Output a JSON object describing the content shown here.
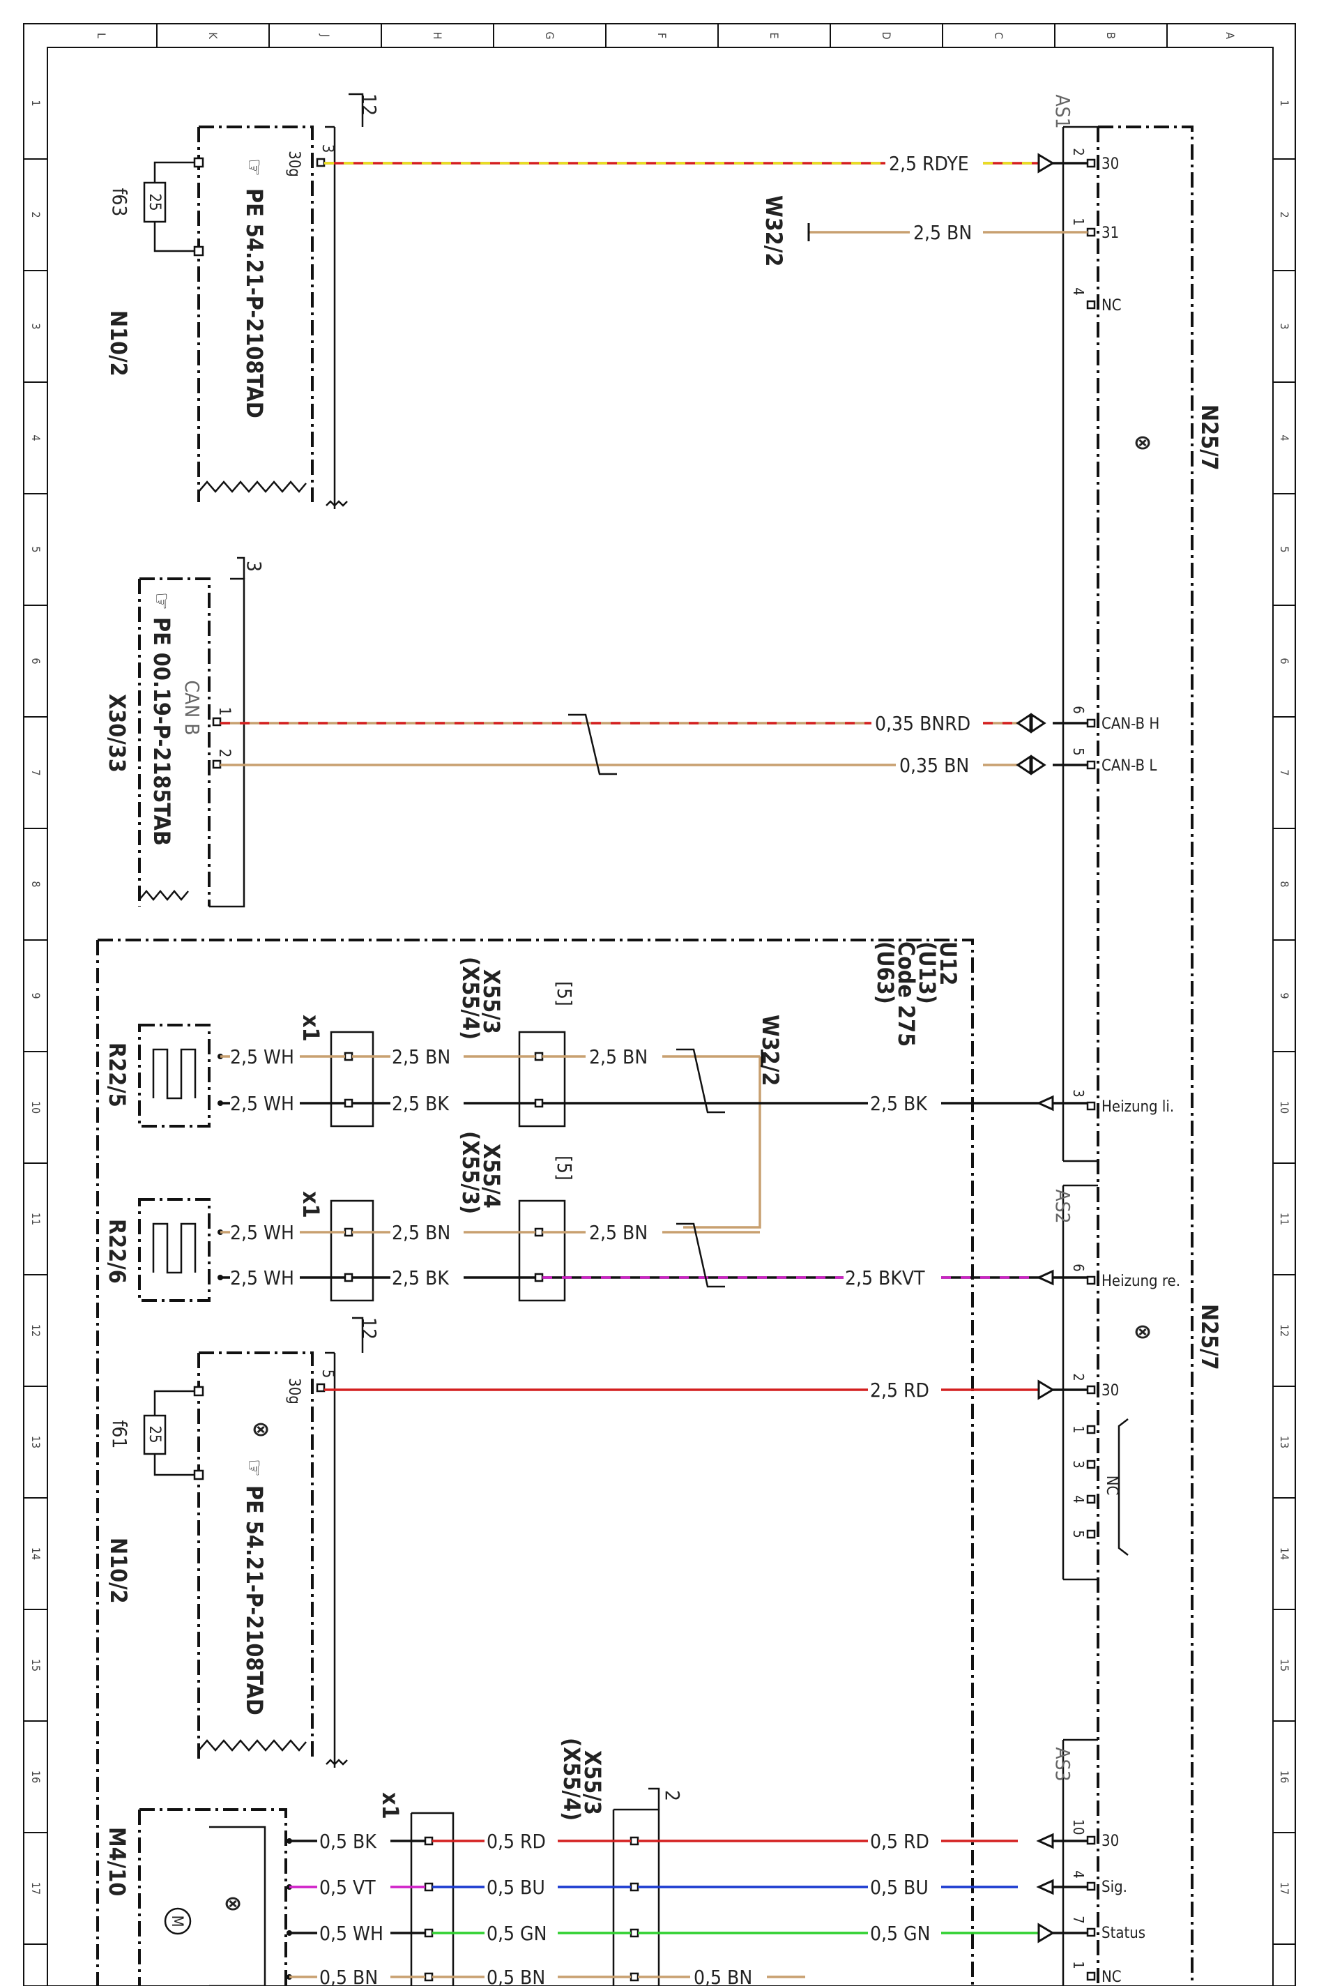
{
  "frame": {
    "columns": [
      "L",
      "K",
      "J",
      "H",
      "G",
      "F",
      "E",
      "D",
      "C",
      "B",
      "A"
    ],
    "rows": [
      "1",
      "2",
      "3",
      "4",
      "5",
      "6",
      "7",
      "8",
      "9",
      "10",
      "11",
      "12",
      "13",
      "14",
      "15",
      "16",
      "17"
    ]
  },
  "components": {
    "n10_2_top": "N10/2",
    "n10_2_bottom": "N10/2",
    "n25_7_top": "N25/7",
    "n25_7_bottom": "N25/7",
    "x30_33": "X30/33",
    "r22_5": "R22/5",
    "r22_6": "R22/6",
    "m4_10": "M4/10",
    "w32_2_top": "W32/2",
    "w32_2_mid": "W32/2",
    "x55_3_top": "X55/3",
    "x55_4_top_alt": "(X55/4)",
    "x55_4_mid": "X55/4",
    "x55_3_mid_alt": "(X55/3)",
    "x55_3_bot": "X55/3",
    "x55_4_bot_alt": "(X55/4)",
    "x1_a": "x1",
    "x1_b": "x1",
    "x1_c": "x1"
  },
  "references": {
    "pe_top": "PE 54.21-P-2108TAD",
    "pe_can": "PE 00.19-P-2185TAB",
    "pe_bottom": "PE 54.21-P-2108TAD"
  },
  "codes": {
    "line1": "U12",
    "line2": "(U13)",
    "line3": "Code 275",
    "line4": "(U63)"
  },
  "connector_labels": {
    "as1": "AS1",
    "as2": "AS2",
    "as3": "AS3",
    "can_b": "CAN B",
    "c12_top": "12",
    "c12_bot": "12",
    "c3": "3",
    "c5a": "[5]",
    "c5b": "[5]",
    "c2": "2",
    "fuse_top": "f63",
    "fuse_top_val": "25",
    "fuse_bot": "f61",
    "fuse_bot_val": "25",
    "t30g_top": "30g",
    "t30g_bot": "30g"
  },
  "terminals": {
    "t30_a": "30",
    "t31": "31",
    "nc_a": "NC",
    "can_h": "CAN-B H",
    "can_l": "CAN-B L",
    "heiz_li": "Heizung li.",
    "heiz_re": "Heizung re.",
    "t30_b": "30",
    "nc_b": "NC",
    "t30_c": "30",
    "sig": "Sig.",
    "status": "Status",
    "nc_c": "NC"
  },
  "wires": {
    "w1": "2,5 RDYE",
    "w2": "2,5 BN",
    "w3": "0,35 BNRD",
    "w4": "0,35 BN",
    "w5a": "2,5 WH",
    "w5b": "2,5 BN",
    "w5c": "2,5 BN",
    "w6a": "2,5 WH",
    "w6b": "2,5 BK",
    "w6c": "2,5 BK",
    "w7a": "2,5 WH",
    "w7b": "2,5 BN",
    "w7c": "2,5 BN",
    "w8a": "2,5 WH",
    "w8b": "2,5 BK",
    "w8c": "2,5 BKVT",
    "w9": "2,5 RD",
    "w10a": "0,5 BK",
    "w10b": "0,5 RD",
    "w10c": "0,5 RD",
    "w11a": "0,5 VT",
    "w11b": "0,5 BU",
    "w11c": "0,5 BU",
    "w12a": "0,5 WH",
    "w12b": "0,5 GN",
    "w12c": "0,5 GN",
    "w13a": "0,5 BN",
    "w13b": "0,5 BN",
    "w13c": "0,5 BN"
  },
  "colors": {
    "red": "#d42020",
    "yellow": "#e8e020",
    "brown": "#c8a070",
    "black": "#111111",
    "blue": "#1a3ad0",
    "green": "#30d030",
    "violet": "#d020c8"
  }
}
